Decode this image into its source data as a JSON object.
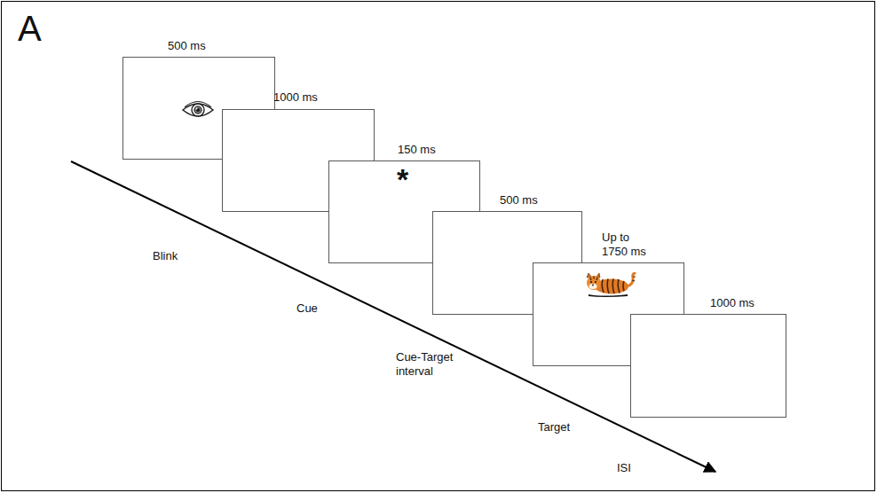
{
  "diagram": {
    "nodes": [
      {
        "text": [
          "500 ms"
        ]
      },
      {
        "text": [
          "1000 ms"
        ]
      },
      {
        "text": [
          "150 ms",
          "*"
        ]
      },
      {
        "text": [
          "500 ms"
        ]
      },
      {
        "text": [
          "Up to 1750 ms"
        ]
      },
      {
        "text": [
          "1000 ms"
        ]
      }
    ],
    "labels": [
      "A",
      "Blink",
      "Cue",
      "Cue-Target interval",
      "Target",
      "ISI"
    ]
  }
}
